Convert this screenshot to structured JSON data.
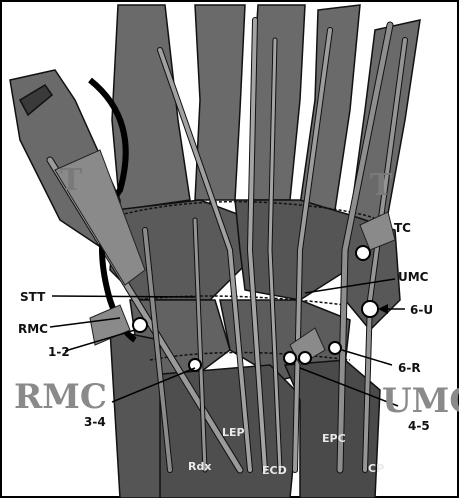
{
  "labels": {
    "stt": "STT",
    "rmc_small": "RMC",
    "portal_1_2": "1-2",
    "portal_3_4": "3-4",
    "tc": "TC",
    "umc_small": "UMC",
    "portal_6_u": "6-U",
    "portal_6_r": "6-R",
    "portal_4_5": "4-5",
    "rmc_big": "RMC",
    "umc_big": "UMC",
    "lep": "LEP",
    "ecd": "ECD",
    "epc": "EPC",
    "rdx": "Rdx",
    "cp": "CP",
    "t_left": "T",
    "t_right": "T"
  },
  "colors": {
    "bone": "#5e5e5e",
    "bone_dark": "#3e3e3e",
    "tendon": "#8c8c8c",
    "outline": "#111111",
    "frame": "#000000"
  }
}
